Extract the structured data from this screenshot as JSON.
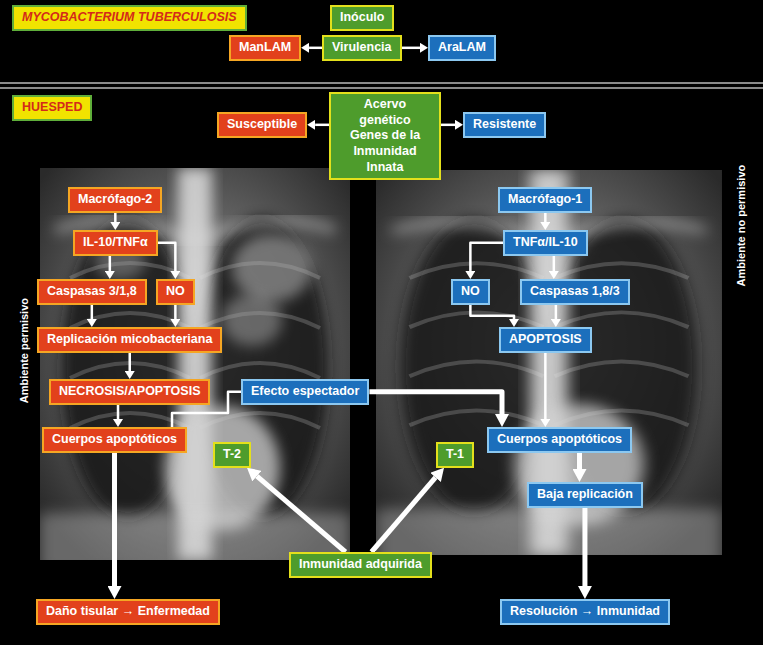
{
  "diagram": {
    "nodes": [
      {
        "text": [
          "MYCOBACTERIUM TUBERCULOSIS"
        ]
      },
      {
        "text": [
          "Inóculo"
        ]
      },
      {
        "text": [
          "ManLAM"
        ]
      },
      {
        "text": [
          "Virulencia"
        ]
      },
      {
        "text": [
          "AraLAM"
        ]
      },
      {
        "text": [
          "HUESPED"
        ]
      },
      {
        "text": [
          "Susceptible"
        ]
      },
      {
        "text": [
          "Acervo genético Genes de la Inmunidad Innata"
        ]
      },
      {
        "text": [
          "Resistente"
        ]
      },
      {
        "text": [
          "Macrófago-2"
        ]
      },
      {
        "text": [
          "Macrófago-1"
        ]
      },
      {
        "text": [
          "IL-10/TNFα"
        ]
      },
      {
        "text": [
          "TNFα/IL-10"
        ]
      },
      {
        "text": [
          "Caspasas 3/1,8"
        ]
      },
      {
        "text": [
          "NO"
        ]
      },
      {
        "text": [
          "NO"
        ]
      },
      {
        "text": [
          "Caspasas 1,8/3"
        ]
      },
      {
        "text": [
          "Replicación micobacteriana"
        ]
      },
      {
        "text": [
          "APOPTOSIS"
        ]
      },
      {
        "text": [
          "Efecto espectador"
        ]
      },
      {
        "text": [
          "NECROSIS/APOPTOSIS"
        ]
      },
      {
        "text": [
          "Cuerpos apoptóticos"
        ]
      },
      {
        "text": [
          "Cuerpos apoptóticos"
        ]
      },
      {
        "text": [
          "T-2"
        ]
      },
      {
        "text": [
          "T-1"
        ]
      },
      {
        "text": [
          "Baja replicación"
        ]
      },
      {
        "text": [
          "Inmunidad adquirida"
        ]
      },
      {
        "text": [
          "Daño tisular → Enfermedad"
        ]
      },
      {
        "text": [
          "Resolución → Inmunidad"
        ]
      }
    ],
    "edges": [
      {
        "from": 3,
        "to": 2,
        "arrow": "to"
      },
      {
        "from": 3,
        "to": 4,
        "arrow": "to"
      },
      {
        "from": 7,
        "to": 6,
        "arrow": "to"
      },
      {
        "from": 7,
        "to": 8,
        "arrow": "to"
      },
      {
        "from": 9,
        "to": 11,
        "arrow": "to"
      },
      {
        "from": 10,
        "to": 12,
        "arrow": "to"
      },
      {
        "from": 11,
        "to": 13,
        "arrow": "to"
      },
      {
        "from": 11,
        "to": 14,
        "arrow": "to"
      },
      {
        "from": 12,
        "to": 15,
        "arrow": "to"
      },
      {
        "from": 12,
        "to": 16,
        "arrow": "to"
      },
      {
        "from": 13,
        "to": 17,
        "arrow": "to"
      },
      {
        "from": 14,
        "to": 17,
        "arrow": "to"
      },
      {
        "from": 15,
        "to": 18,
        "arrow": "to"
      },
      {
        "from": 16,
        "to": 18,
        "arrow": "to"
      },
      {
        "from": 17,
        "to": 20,
        "arrow": "to"
      },
      {
        "from": 18,
        "to": 21,
        "arrow": "to"
      },
      {
        "from": 19,
        "to": 21,
        "arrow": "to"
      },
      {
        "from": 22,
        "to": 19,
        "arrow": "none"
      },
      {
        "from": 20,
        "to": 22,
        "arrow": "to"
      },
      {
        "from": 26,
        "to": 23,
        "arrow": "to"
      },
      {
        "from": 26,
        "to": 24,
        "arrow": "to"
      },
      {
        "from": 21,
        "to": 25,
        "arrow": "to"
      },
      {
        "from": 22,
        "to": 27,
        "arrow": "to"
      },
      {
        "from": 25,
        "to": 28,
        "arrow": "to"
      }
    ],
    "labels": [
      "Ambiente permisivo",
      "Ambiente no permisivo"
    ]
  }
}
